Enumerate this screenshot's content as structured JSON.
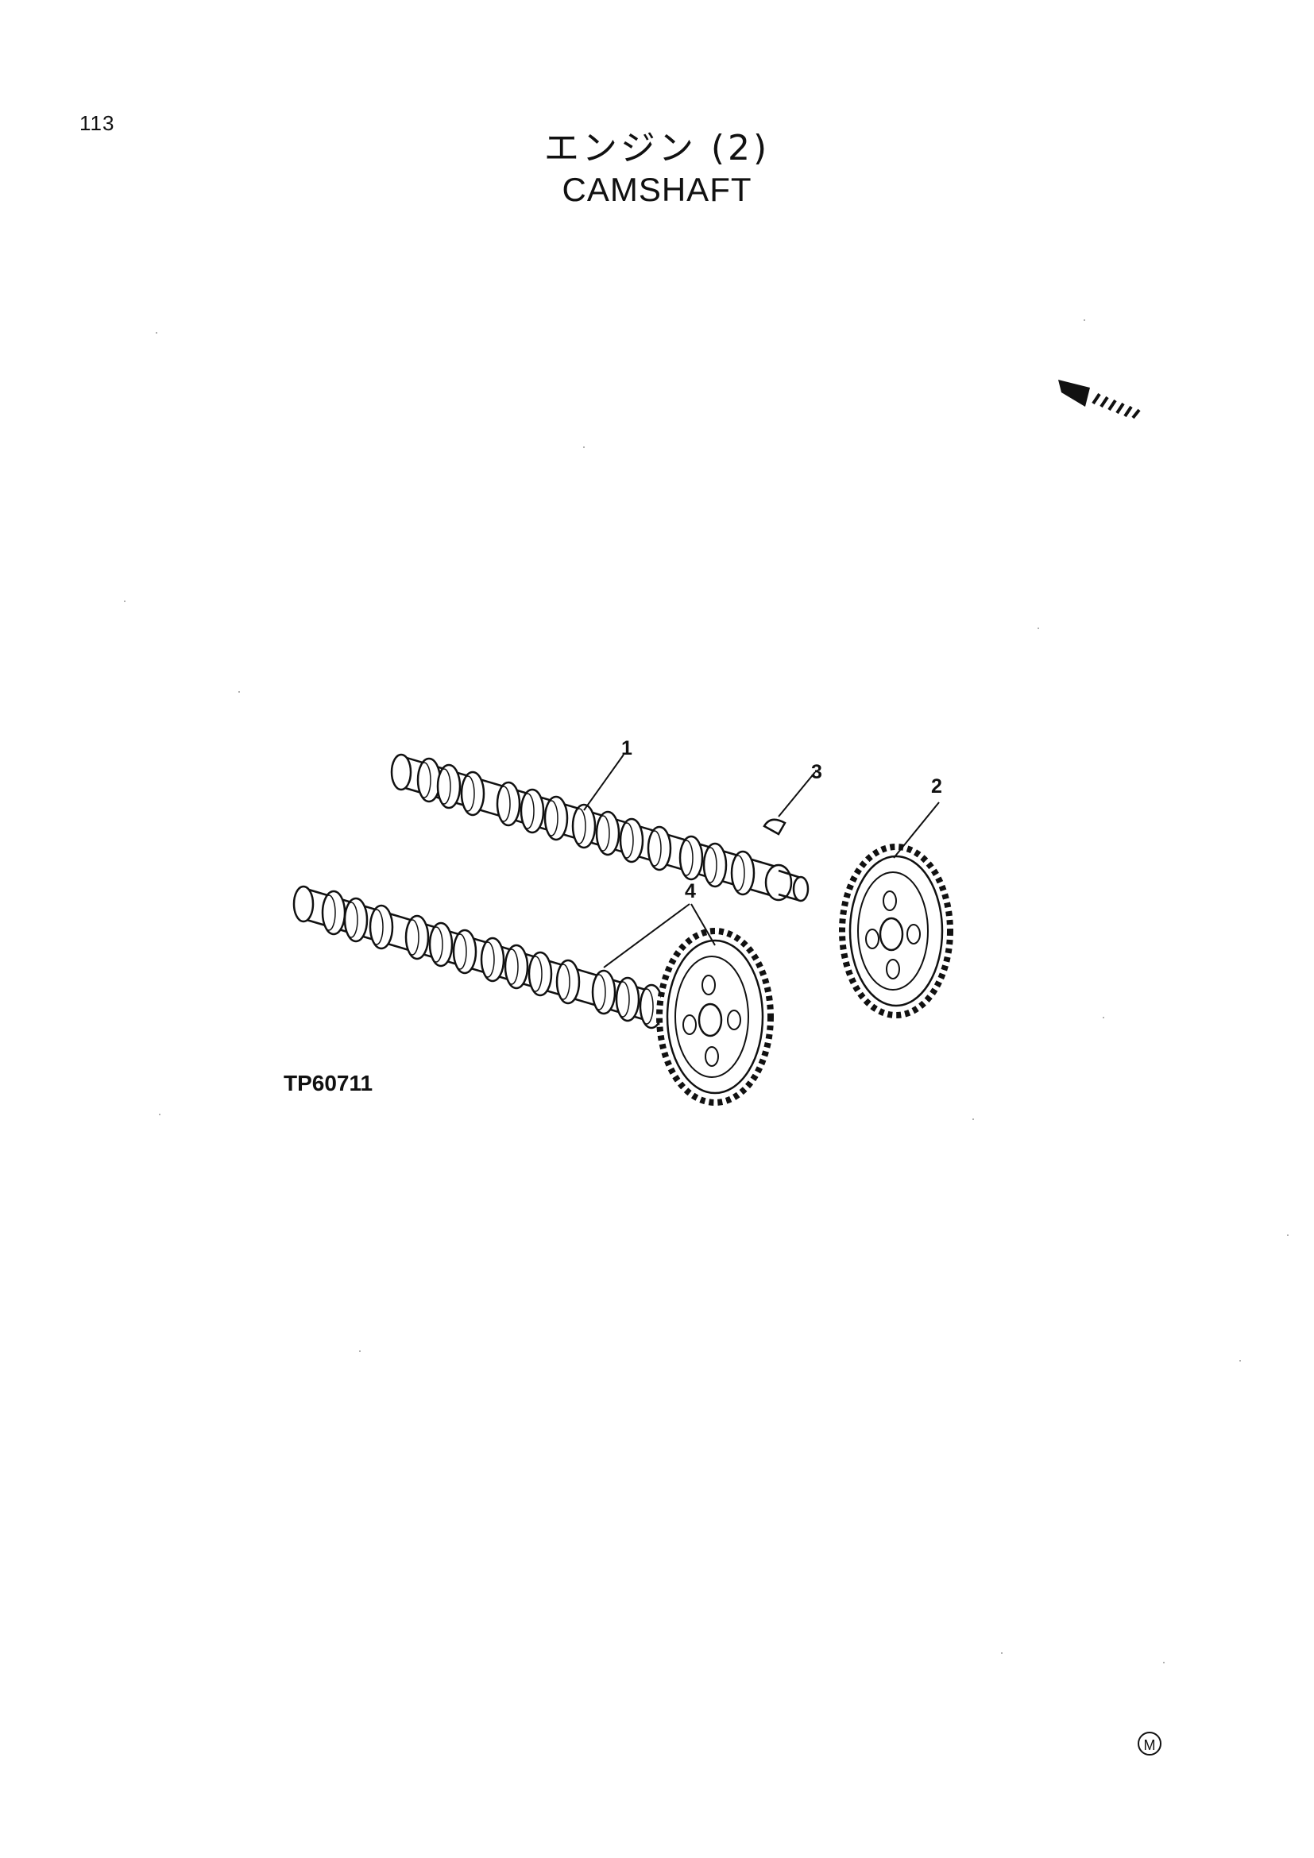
{
  "page": {
    "number": "113",
    "title_jp": "エンジン (2)",
    "title_en": "CAMSHAFT",
    "figure_code": "TP60711",
    "footer_mark": "M"
  },
  "callouts": [
    {
      "id": "1",
      "label": "1"
    },
    {
      "id": "2",
      "label": "2"
    },
    {
      "id": "3",
      "label": "3"
    },
    {
      "id": "4",
      "label": "4"
    }
  ],
  "icons": {
    "orientation": "front-direction-arrow-icon",
    "footer": "circled-m-icon"
  }
}
